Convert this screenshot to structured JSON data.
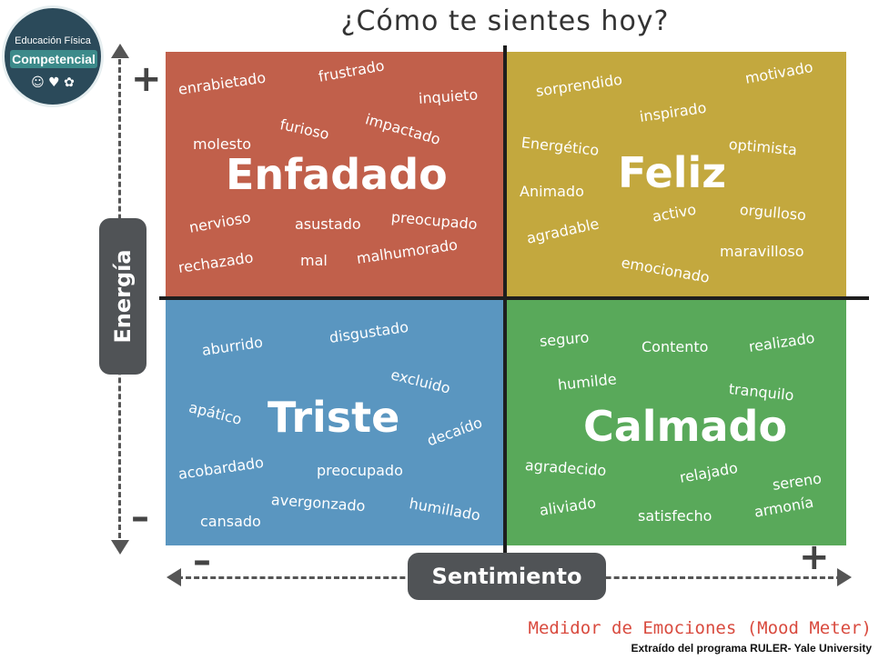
{
  "title": "¿Cómo te sientes hoy?",
  "logo": {
    "line1": "Educación Física",
    "line2": "Competencial",
    "icons": "☺ ♥ ✿"
  },
  "quadrants": {
    "red": {
      "label": "Enfadado",
      "color": "#c1604b",
      "words": [
        "enrabietado",
        "frustrado",
        "inquieto",
        "furioso",
        "impactado",
        "molesto",
        "nervioso",
        "asustado",
        "preocupado",
        "rechazado",
        "mal",
        "malhumorado"
      ]
    },
    "yellow": {
      "label": "Feliz",
      "color": "#c3a83e",
      "words": [
        "sorprendido",
        "motivado",
        "inspirado",
        "Energético",
        "optimista",
        "Animado",
        "activo",
        "orgulloso",
        "agradable",
        "maravilloso",
        "emocionado"
      ]
    },
    "blue": {
      "label": "Triste",
      "color": "#5a96c0",
      "words": [
        "aburrido",
        "disgustado",
        "excluido",
        "apático",
        "decaído",
        "acobardado",
        "preocupado",
        "avergonzado",
        "humillado",
        "cansado"
      ]
    },
    "green": {
      "label": "Calmado",
      "color": "#59a95a",
      "words": [
        "seguro",
        "Contento",
        "realizado",
        "humilde",
        "tranquilo",
        "agradecido",
        "relajado",
        "sereno",
        "aliviado",
        "satisfecho",
        "armonía"
      ]
    }
  },
  "axes": {
    "vertical": {
      "label": "Energía",
      "plus": "+",
      "minus": "–"
    },
    "horizontal": {
      "label": "Sentimiento",
      "plus": "+",
      "minus": "–"
    }
  },
  "caption": {
    "line1": "Medidor de Emociones (Mood Meter)",
    "line2": "Extraído del programa RULER- Yale University"
  }
}
